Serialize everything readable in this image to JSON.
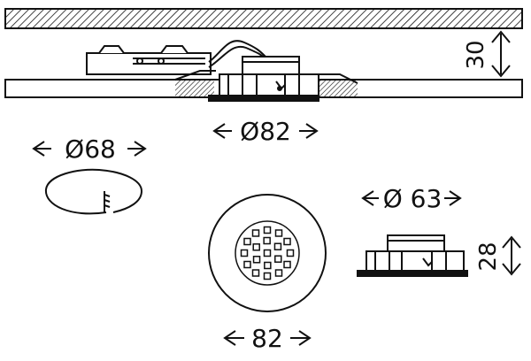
{
  "colors": {
    "line": "#111111",
    "background": "#ffffff",
    "shade": "#d8d8d8"
  },
  "dimensions": {
    "ceiling_gap": "30",
    "cutout_top": "Ø82",
    "hole_cutout": "Ø68",
    "body_diameter": "Ø 63",
    "body_height": "28",
    "front_diameter": "82"
  },
  "icons": {
    "arrow_left": "arrow-left-icon",
    "arrow_right": "arrow-right-icon",
    "arrow_vertical": "double-arrow-vertical-icon"
  }
}
